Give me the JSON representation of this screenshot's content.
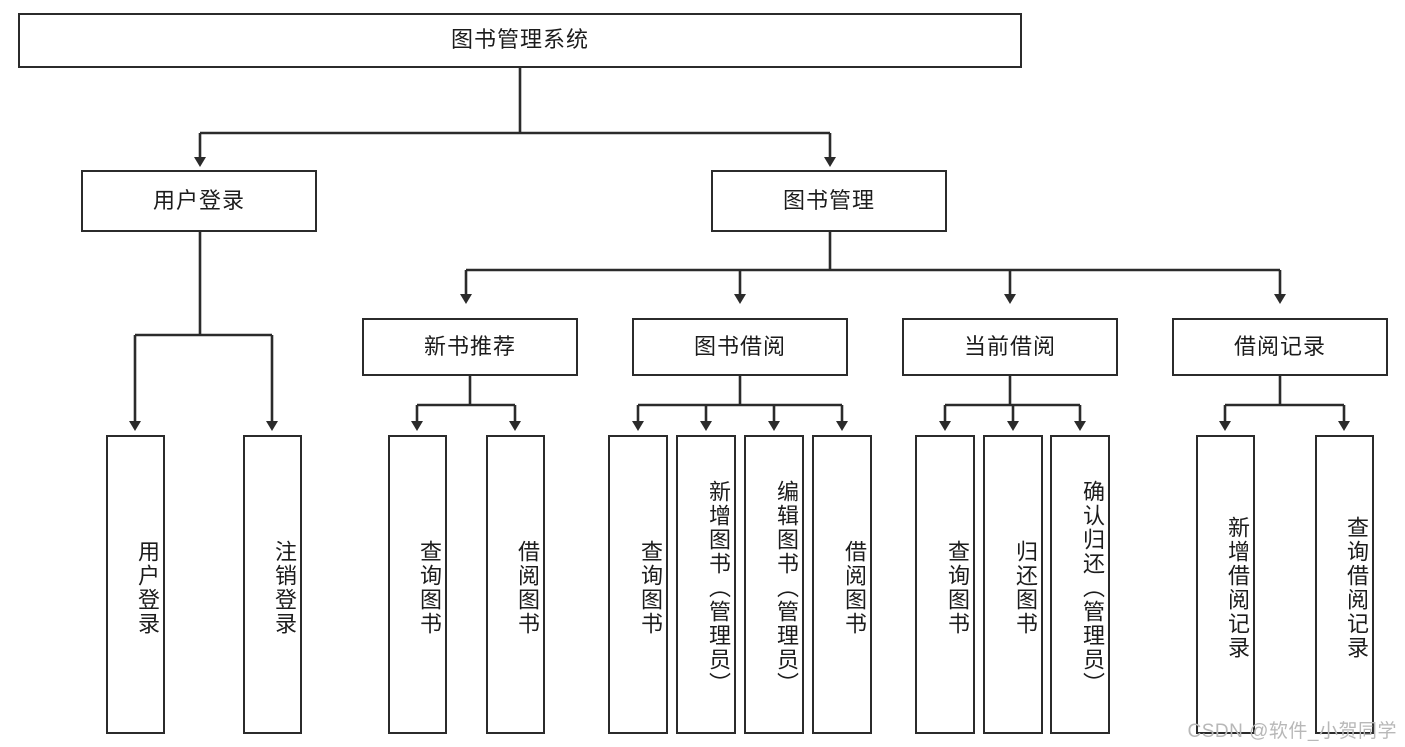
{
  "diagram": {
    "title": "图书管理系统",
    "type": "functional-structure-tree",
    "watermark": "CSDN @软件_小贺同学",
    "colors": {
      "box_border": "#2b2b2b",
      "box_fill": "#ffffff",
      "connector": "#2b2b2b",
      "text": "#1c1c1c",
      "watermark": "#b8b8b8",
      "background": "#ffffff"
    },
    "root": {
      "label": "图书管理系统"
    },
    "level2": [
      {
        "label": "用户登录"
      },
      {
        "label": "图书管理"
      }
    ],
    "level3": [
      {
        "label": "新书推荐"
      },
      {
        "label": "图书借阅"
      },
      {
        "label": "当前借阅"
      },
      {
        "label": "借阅记录"
      }
    ],
    "leaves": {
      "user_login": [
        {
          "label": "用户登录"
        },
        {
          "label": "注销登录"
        }
      ],
      "new_book_recommend": [
        {
          "label": "查询图书"
        },
        {
          "label": "借阅图书"
        }
      ],
      "book_borrow": [
        {
          "label": "查询图书"
        },
        {
          "label": "新增图书（管理员）"
        },
        {
          "label": "编辑图书（管理员）"
        },
        {
          "label": "借阅图书"
        }
      ],
      "current_borrow": [
        {
          "label": "查询图书"
        },
        {
          "label": "归还图书"
        },
        {
          "label": "确认归还（管理员）"
        }
      ],
      "borrow_record": [
        {
          "label": "新增借阅记录"
        },
        {
          "label": "查询借阅记录"
        }
      ]
    }
  }
}
